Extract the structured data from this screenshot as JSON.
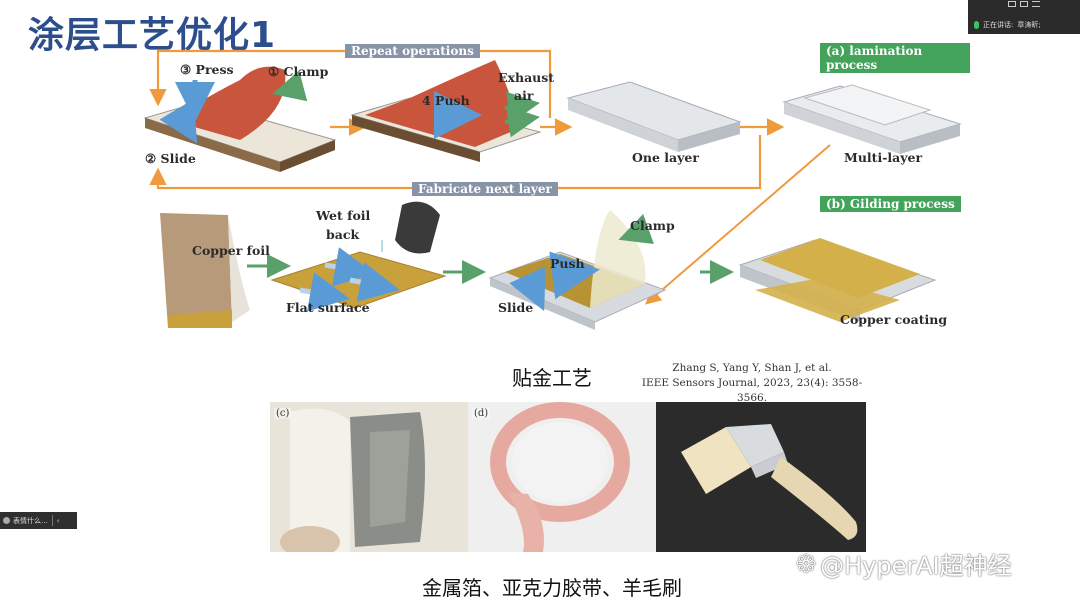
{
  "slide": {
    "title": "涂层工艺优化1",
    "caption_gilding": "贴金工艺",
    "caption_materials": "金属箔、亚克力胶带、羊毛刷"
  },
  "meeting": {
    "speaker_label": "正在讲话:",
    "speaker_name": "章涛昕;"
  },
  "figure": {
    "repeat_ops": "Repeat operations",
    "fabricate_next": "Fabricate next layer",
    "lamination": "(a) lamination process",
    "gilding": "(b) Gilding  process",
    "press": "③ Press",
    "clamp_top": "① Clamp",
    "slide_top": "② Slide",
    "push_top": "4  Push",
    "exhaust": "Exhaust",
    "air": "air",
    "one_layer": "One layer",
    "multi_layer": "Multi-layer",
    "wet_foil_1": "Wet foil",
    "wet_foil_2": "back",
    "copper_foil": "Copper foil",
    "flat_surface": "Flat surface",
    "push_bottom": "Push",
    "clamp_bottom": "Clamp",
    "slide_bottom": "Slide",
    "copper_coating": "Copper coating"
  },
  "citation": {
    "line1": "Zhang S, Yang Y, Shan J, et al.",
    "line2": "IEEE Sensors Journal, 2023, 23(4): 3558-3566."
  },
  "photos": {
    "tag_c": "(c)",
    "tag_d": "(d)"
  },
  "watermark": "@HyperAI超神经",
  "toolbar": {
    "text": "表情什么..."
  },
  "colors": {
    "title": "#2c4e8c",
    "arrow_orange": "#ef9a3c",
    "arrow_green": "#5aa06a",
    "arrow_blue": "#5b9bd5",
    "tag_green": "#43a35a",
    "tag_gray": "#8793a6",
    "copper": "#c9a13c",
    "red_film": "#c9553d"
  }
}
